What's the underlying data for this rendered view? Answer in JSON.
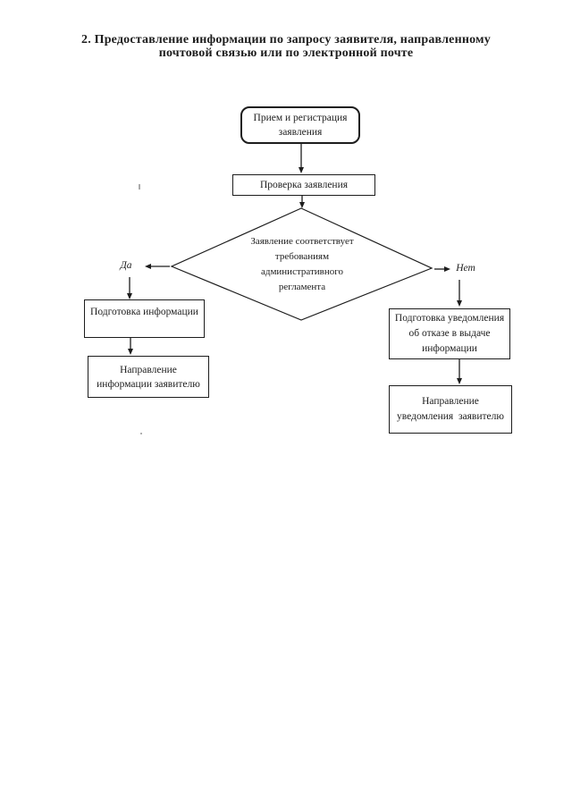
{
  "document": {
    "title": "2. Предоставление информации по запросу заявителя, направленному\nпочтовой связью или по электронной почте"
  },
  "flowchart": {
    "nodes": {
      "start": "Прием и регистрация\nзаявления",
      "check": "Проверка заявления",
      "decision": "Заявление соответствует\nтребованиям\nадминистративного\nрегламента",
      "prepare_info": "Подготовка информации",
      "send_info": "Направление\nинформации заявителю",
      "prepare_refusal": "Подготовка уведомления\nоб отказе в выдаче\nинформации",
      "send_refusal": "Направление\nуведомления  заявителю"
    },
    "branch_labels": {
      "yes": "Да",
      "no": "Нет"
    },
    "colors": {
      "ink": "#1d1d1d",
      "paper": "#ffffff"
    }
  }
}
